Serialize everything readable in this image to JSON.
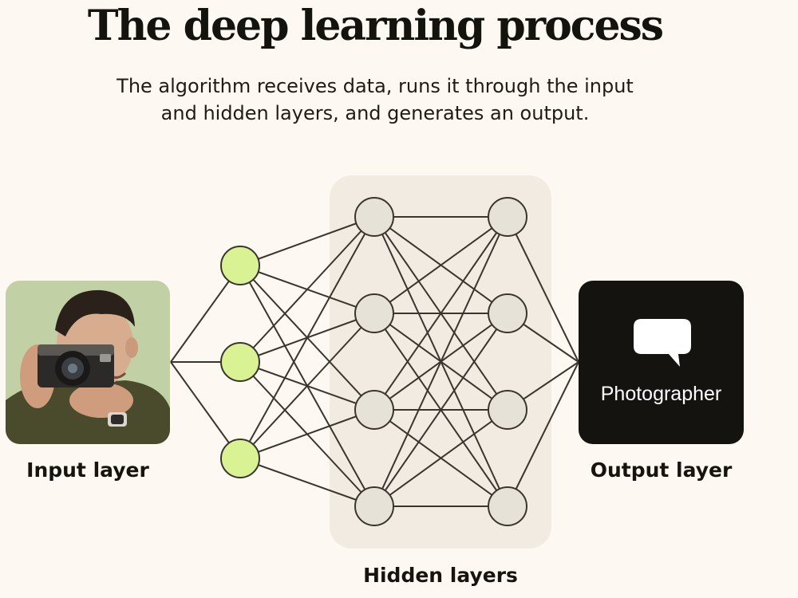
{
  "header": {
    "title": "The deep learning process",
    "subtitle_line1": "The algorithm receives data, runs it through the input",
    "subtitle_line2": "and hidden layers, and generates an output."
  },
  "layers": {
    "input_label": "Input layer",
    "hidden_label": "Hidden layers",
    "output_label": "Output layer",
    "input_image": "photo of a man holding a camera",
    "output_value": "Photographer",
    "output_icon": "speech-bubble-icon"
  },
  "network": {
    "input_node_count": 3,
    "hidden_layer_count": 2,
    "hidden_nodes_per_layer": 4
  },
  "colors": {
    "background": "#fdf9f2",
    "hidden_panel": "#f1ebe1",
    "input_node_fill": "#d9f294",
    "hidden_node_fill": "#e7e2d8",
    "line": "#3a362e",
    "output_card": "#15130f"
  }
}
